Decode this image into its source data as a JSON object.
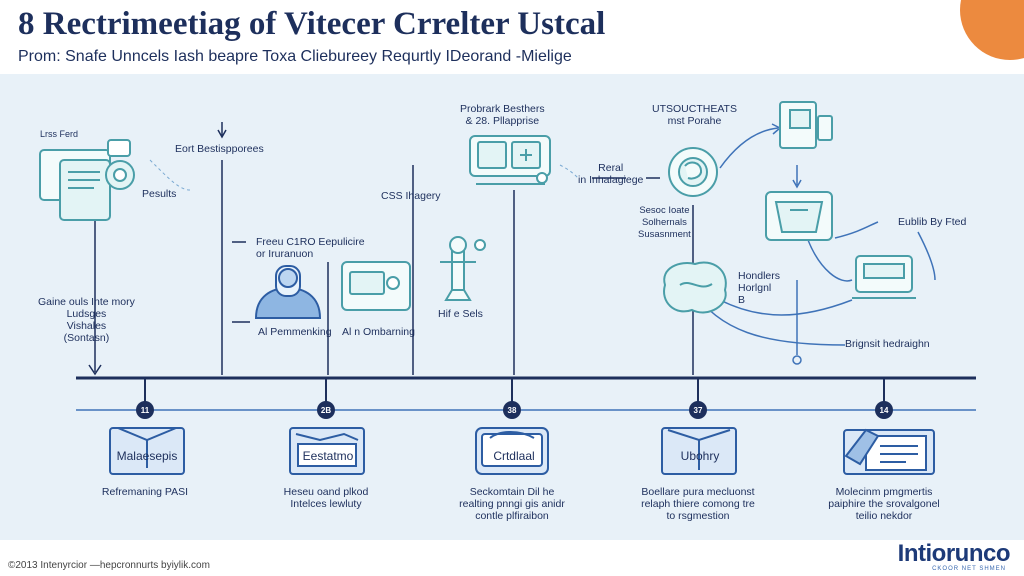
{
  "header": {
    "title": "8 Rectrimeetiag of Vitecer Crrelter Ustcal",
    "subtitle": "Prom: Snafe Unncels Iash beapre Toxa Cliebureey Requrtly IDeorand -Mielige"
  },
  "upper_labels": {
    "left_box_tag": "Lrss Ferd",
    "pesults": "Pesults",
    "eort": "Eort Bestispporees",
    "gain": "Gaine ouls Inte mory\nLudsges\nVishales\n(Sontasn)",
    "freeu": "Freeu C1RO Eepulicire\nor Iruranuon",
    "ai1": "Al Pemmenking",
    "ai2": "Al n Ombarning",
    "css": "CSS Ihagery",
    "hif": "Hif e Sels",
    "probs": "Probrark Besthers\n& 28. Pllapprise",
    "reral": "Reral\nin Inhalagiege",
    "threats": "UTSOUCTHEATS\nmst Porahe",
    "sesoc": "Sesoc Ioate\nSolhernals\nSusasnment",
    "hondlers": "Hondlers\nHorlgnl\nB",
    "eubib": "Eublib By Fted",
    "brignt": "Brignsit hedraighn"
  },
  "steps": [
    {
      "num": "11",
      "icon_text": "Malaesepis",
      "caption": "Refremaning PASI"
    },
    {
      "num": "2B",
      "icon_text": "Eestatmo",
      "caption": "Heseu oand plkod\nIntelces lewluty"
    },
    {
      "num": "38",
      "icon_text": "Crtdlaal",
      "caption": "Seckomtain Dil he\nrealting pnngi gis anidr\ncontle plfiraibon"
    },
    {
      "num": "37",
      "icon_text": "Ubohry",
      "caption": "Boellare pura mecluonst\nrelaph thiere comong tre\nto rsgmestion"
    },
    {
      "num": "14",
      "icon_text": "",
      "caption": "Molecinm pmgmertis\npaiphire the srovalgonel\nteilio nekdor"
    }
  ],
  "footer": {
    "copyright": "©2013 Intenyrcior —hepcronnurts byiylik.com",
    "brand": "Intiorunco",
    "brand_sub": "CKOOR NET SHMEN"
  },
  "colors": {
    "navy": "#1d2f5c",
    "panel": "#e8f1f8",
    "teal": "#4a9ea8",
    "blue": "#3f73b8",
    "accent": "#ec8a3f"
  }
}
